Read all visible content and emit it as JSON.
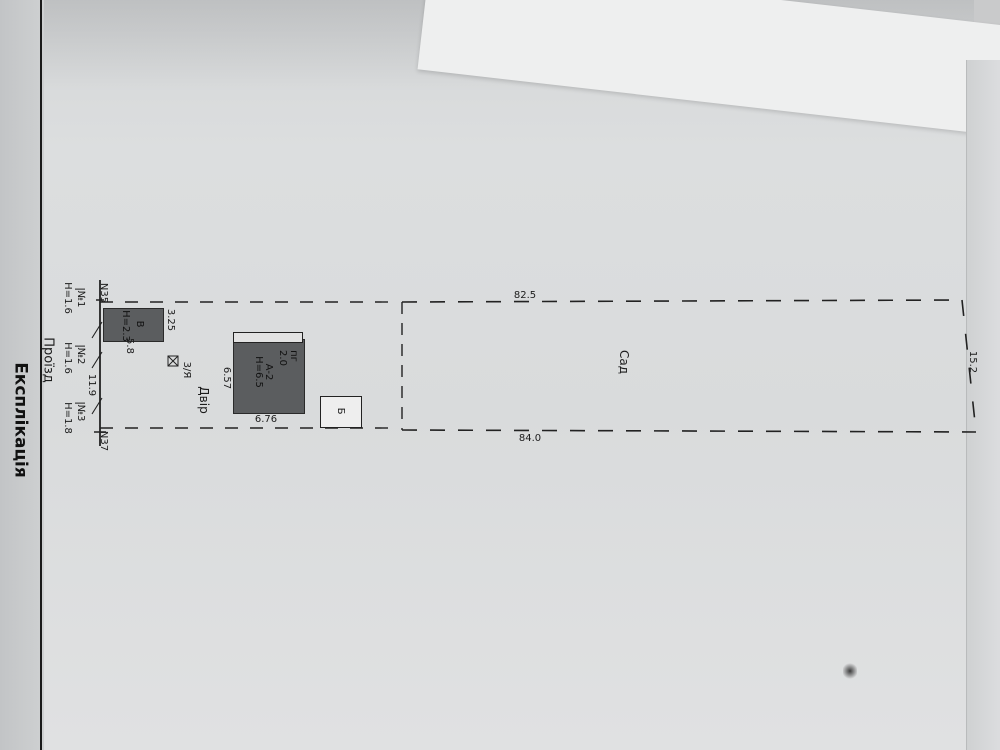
{
  "document": {
    "title": "Експлікація",
    "street_label": "Проїзд",
    "yard_label": "Двір",
    "garden_label": "Сад",
    "lot_numbers": {
      "left": "N35",
      "right": "N37"
    },
    "fences": [
      {
        "code": "№1",
        "height": "H=1.6"
      },
      {
        "code": "№2",
        "height": "H=1.6"
      },
      {
        "code": "№3",
        "height": "H=1.8"
      }
    ],
    "frontage_length": "11.9",
    "gate_label": "3/Я",
    "building_b": {
      "code": "В",
      "height": "H=2.3",
      "width": "3.25",
      "length": "5.8"
    },
    "building_a": {
      "code": "А-2",
      "height": "H=6.5",
      "porch": "пг",
      "porch_height": "2.0",
      "width": "6.57",
      "length": "6.76"
    },
    "shed": {
      "code": "Б"
    },
    "garden_dims": {
      "top": "82.5",
      "bottom": "84.0",
      "rear": "15.2"
    }
  }
}
